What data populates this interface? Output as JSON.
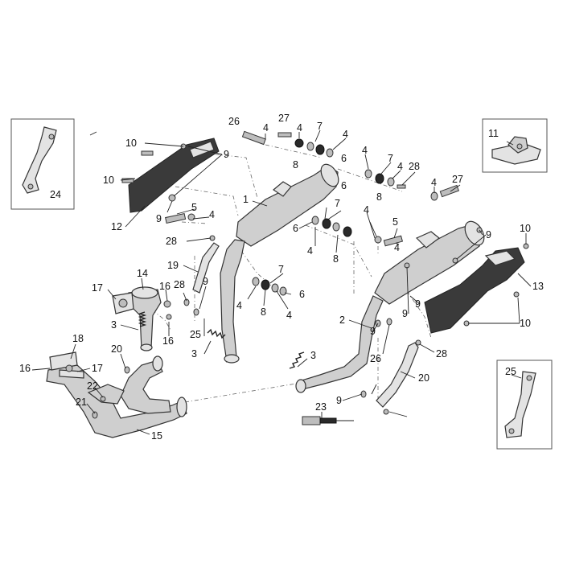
{
  "callouts": [
    {
      "id": "c1",
      "text": "1"
    },
    {
      "id": "c2",
      "text": "2"
    },
    {
      "id": "c3a",
      "text": "3"
    },
    {
      "id": "c3b",
      "text": "3"
    },
    {
      "id": "c3c",
      "text": "3"
    },
    {
      "id": "c4a",
      "text": "4"
    },
    {
      "id": "c4b",
      "text": "4"
    },
    {
      "id": "c4c",
      "text": "4"
    },
    {
      "id": "c4d",
      "text": "4"
    },
    {
      "id": "c4e",
      "text": "4"
    },
    {
      "id": "c4f",
      "text": "4"
    },
    {
      "id": "c4g",
      "text": "4"
    },
    {
      "id": "c4h",
      "text": "4"
    },
    {
      "id": "c4i",
      "text": "4"
    },
    {
      "id": "c4j",
      "text": "4"
    },
    {
      "id": "c4k",
      "text": "4"
    },
    {
      "id": "c4l",
      "text": "4"
    },
    {
      "id": "c5a",
      "text": "5"
    },
    {
      "id": "c5b",
      "text": "5"
    },
    {
      "id": "c6a",
      "text": "6"
    },
    {
      "id": "c6b",
      "text": "6"
    },
    {
      "id": "c6c",
      "text": "6"
    },
    {
      "id": "c6d",
      "text": "6"
    },
    {
      "id": "c7a",
      "text": "7"
    },
    {
      "id": "c7b",
      "text": "7"
    },
    {
      "id": "c7c",
      "text": "7"
    },
    {
      "id": "c7d",
      "text": "7"
    },
    {
      "id": "c8a",
      "text": "8"
    },
    {
      "id": "c8b",
      "text": "8"
    },
    {
      "id": "c8c",
      "text": "8"
    },
    {
      "id": "c8d",
      "text": "8"
    },
    {
      "id": "c9a",
      "text": "9"
    },
    {
      "id": "c9b",
      "text": "9"
    },
    {
      "id": "c9c",
      "text": "9"
    },
    {
      "id": "c9d",
      "text": "9"
    },
    {
      "id": "c9e",
      "text": "9"
    },
    {
      "id": "c9f",
      "text": "9"
    },
    {
      "id": "c9g",
      "text": "9"
    },
    {
      "id": "c9h",
      "text": "9"
    },
    {
      "id": "c10a",
      "text": "10"
    },
    {
      "id": "c10b",
      "text": "10"
    },
    {
      "id": "c10c",
      "text": "10"
    },
    {
      "id": "c10d",
      "text": "10"
    },
    {
      "id": "c11",
      "text": "11"
    },
    {
      "id": "c12",
      "text": "12"
    },
    {
      "id": "c13",
      "text": "13"
    },
    {
      "id": "c14",
      "text": "14"
    },
    {
      "id": "c15",
      "text": "15"
    },
    {
      "id": "c16a",
      "text": "16"
    },
    {
      "id": "c16b",
      "text": "16"
    },
    {
      "id": "c16c",
      "text": "16"
    },
    {
      "id": "c17a",
      "text": "17"
    },
    {
      "id": "c17b",
      "text": "17"
    },
    {
      "id": "c18",
      "text": "18"
    },
    {
      "id": "c19",
      "text": "19"
    },
    {
      "id": "c20a",
      "text": "20"
    },
    {
      "id": "c20b",
      "text": "20"
    },
    {
      "id": "c21",
      "text": "21"
    },
    {
      "id": "c22",
      "text": "22"
    },
    {
      "id": "c23",
      "text": "23"
    },
    {
      "id": "c24",
      "text": "24"
    },
    {
      "id": "c25a",
      "text": "25"
    },
    {
      "id": "c25b",
      "text": "25"
    },
    {
      "id": "c26a",
      "text": "26"
    },
    {
      "id": "c26b",
      "text": "26"
    },
    {
      "id": "c27a",
      "text": "27"
    },
    {
      "id": "c27b",
      "text": "27"
    },
    {
      "id": "c28a",
      "text": "28"
    },
    {
      "id": "c28b",
      "text": "28"
    },
    {
      "id": "c28c",
      "text": "28"
    },
    {
      "id": "c28d",
      "text": "28"
    }
  ]
}
